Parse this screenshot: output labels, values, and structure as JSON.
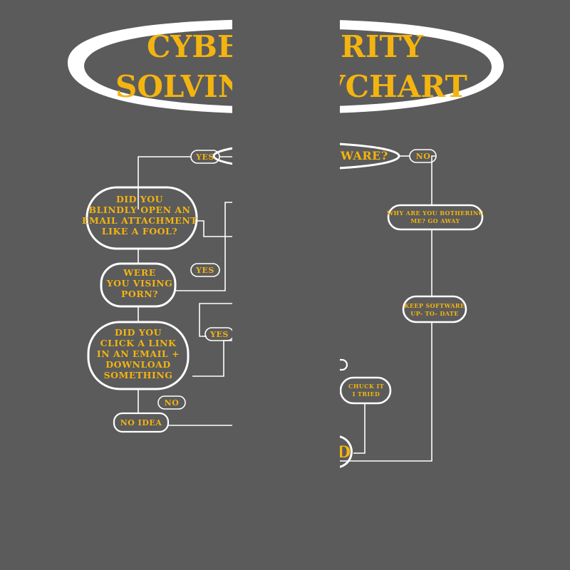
{
  "colors": {
    "background": "#5b5b5b",
    "text": "#f4b410",
    "line": "#ffffff"
  },
  "title": {
    "line1_left": "CYBE",
    "line1_right": "RITY",
    "line2_left": "SOLVING",
    "line2_right": "VCHART"
  },
  "top_question_partial": "WARE?",
  "nodes": {
    "blindly_open": [
      "DID YOU",
      "BLINDLY OPEN AN",
      "EMAIL ATTACHMENT",
      "LIKE A FOOL?"
    ],
    "visiting_porn": [
      "WERE",
      "YOU VISING",
      "PORN?"
    ],
    "click_link": [
      "DID YOU",
      "CLICK A LINK",
      "IN AN EMAIL +",
      "DOWNLOAD",
      "SOMETHING"
    ],
    "why_bothering": [
      "WHY ARE YOU BOTHERING",
      "ME? GO AWAY"
    ],
    "keep_software": [
      "KEEP SOFTWARE",
      "UP- TO- DATE"
    ],
    "chuck_it": [
      "CHUCK IT",
      "I TRIED"
    ],
    "end_partial": "D"
  },
  "labels": {
    "yes_top": "YES",
    "no_top": "NO",
    "yes_porn": "YES",
    "yes_link": "YES",
    "no_link": "NO",
    "no_idea": "NO IDEA"
  }
}
